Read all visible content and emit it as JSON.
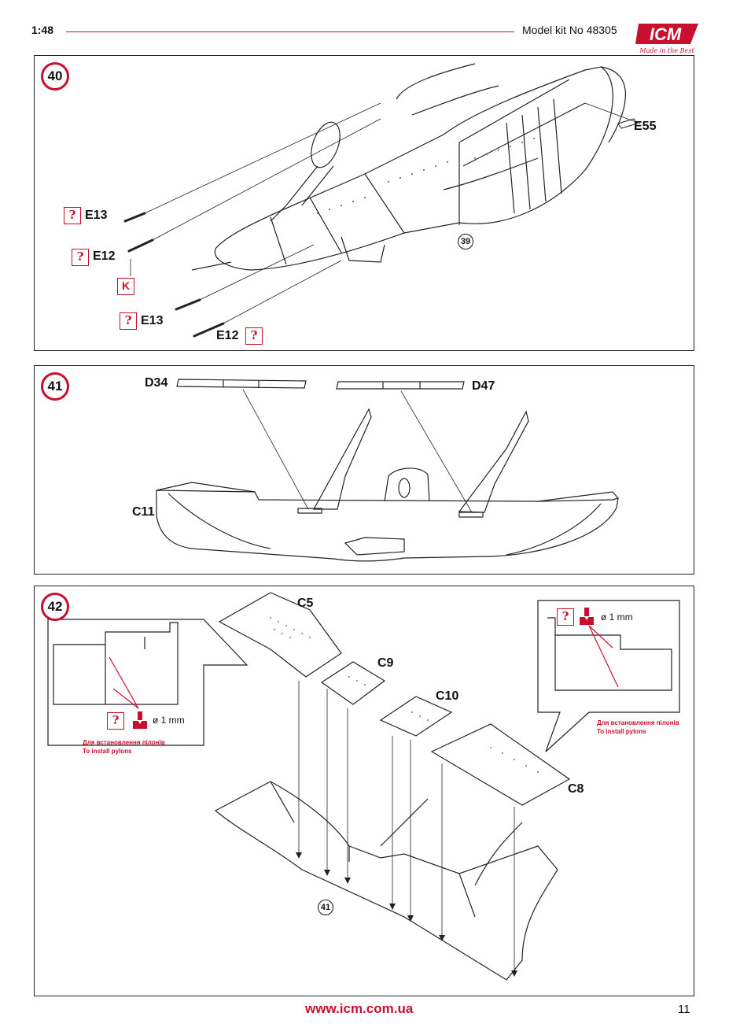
{
  "header": {
    "scale": "1:48",
    "model": "Model kit No 48305",
    "brand": "ICM",
    "tagline": "Made in the Best",
    "accent_color": "#c8102e"
  },
  "steps": [
    {
      "number": "40",
      "parts": [
        "E13",
        "E12",
        "E13",
        "E12",
        "E55"
      ],
      "marks": [
        "?",
        "?",
        "K",
        "?",
        "?"
      ],
      "ref": "39"
    },
    {
      "number": "41",
      "parts": [
        "D34",
        "D47",
        "C11"
      ]
    },
    {
      "number": "42",
      "parts": [
        "C5",
        "C9",
        "C10",
        "C8"
      ],
      "ref": "41",
      "inset_left": {
        "mark": "?",
        "drill_size": "ø 1 mm",
        "note_ua": "Для встановлення пілонів",
        "note_en": "To install pylons"
      },
      "inset_right": {
        "mark": "?",
        "drill_size": "ø 1 mm",
        "note_ua": "Для встановлення пілонів",
        "note_en": "To install pylons"
      }
    }
  ],
  "footer": {
    "url": "www.icm.com.ua",
    "page": "11"
  }
}
